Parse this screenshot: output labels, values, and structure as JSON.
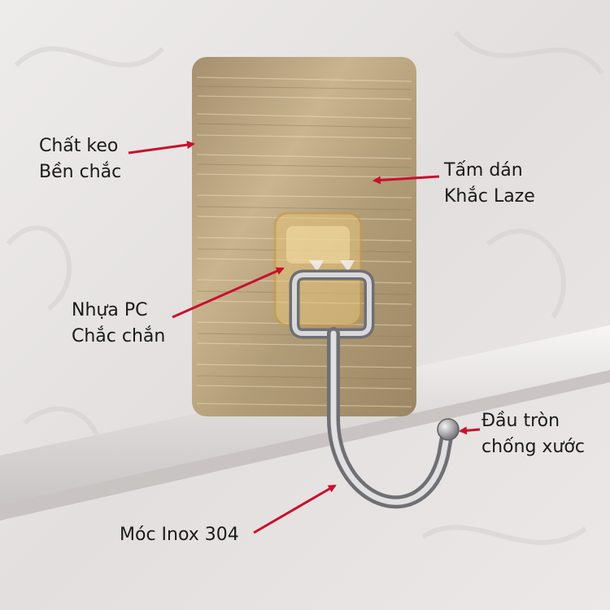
{
  "labels": {
    "adhesive": {
      "line1": "Chất keo",
      "line2": "Bền chắc"
    },
    "plate": {
      "line1": "Tấm dán",
      "line2": "Khắc Laze"
    },
    "pc": {
      "line1": "Nhựa PC",
      "line2": "Chắc chắn"
    },
    "tip": {
      "line1": "Đầu tròn",
      "line2": "chống xước"
    },
    "hook": {
      "line1": "Móc Inox 304"
    }
  },
  "colors": {
    "arrow": "#c8102e",
    "wall": "#e6e3e2",
    "plate": "#b9a17c",
    "metal": "#b8b8bc",
    "clear_plastic": "#d8b56a"
  }
}
